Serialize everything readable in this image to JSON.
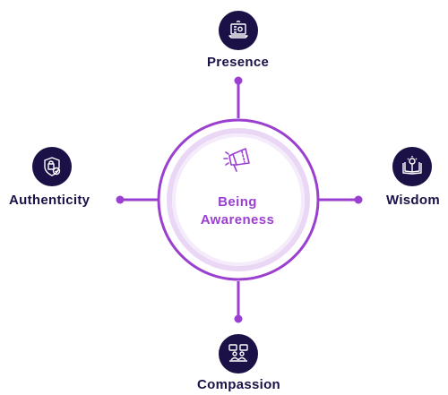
{
  "center": {
    "line1": "Being",
    "line2": "Awareness"
  },
  "nodes": {
    "top": {
      "label": "Presence",
      "icon": "laptop-settings-icon"
    },
    "left": {
      "label": "Authenticity",
      "icon": "shield-check-icon"
    },
    "right": {
      "label": "Wisdom",
      "icon": "open-book-lightbulb-icon"
    },
    "bottom": {
      "label": "Compassion",
      "icon": "people-conversation-icon"
    }
  },
  "colors": {
    "accent": "#9b3fd1",
    "navy": "#1b1147",
    "ring_inner": "#ead7f5"
  },
  "center_icon": "megaphone-icon"
}
